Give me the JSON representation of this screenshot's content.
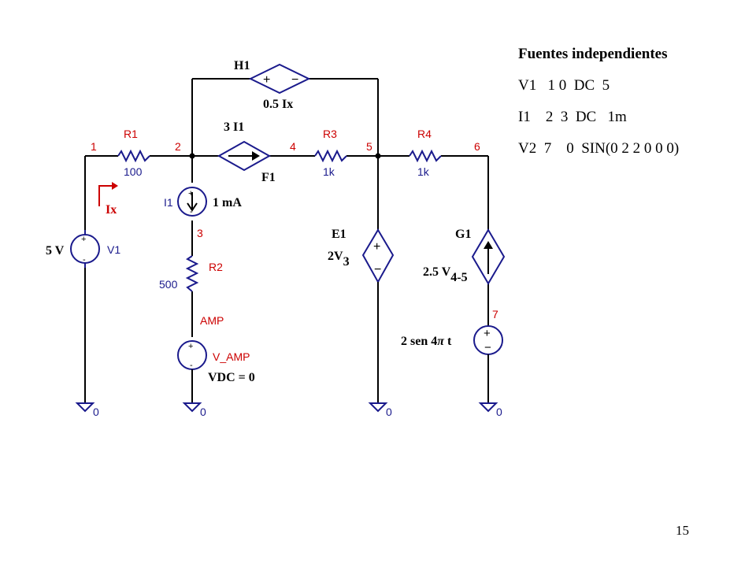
{
  "slide": {
    "page_number": "15",
    "notes": {
      "title": "Fuentes independientes",
      "lines": [
        "V1   1 0  DC  5",
        "I1    2  3  DC   1m",
        "V2  7    0  SIN(0 2 2 0 0 0)"
      ]
    }
  },
  "circuit": {
    "nodes": {
      "n1": "1",
      "n2": "2",
      "n3": "3",
      "n4": "4",
      "n5": "5",
      "n6": "6",
      "n7": "7"
    },
    "ground_label": "0",
    "R1": {
      "name": "R1",
      "value": "100"
    },
    "R2": {
      "name": "R2",
      "value": "500"
    },
    "R3": {
      "name": "R3",
      "value": "1k"
    },
    "R4": {
      "name": "R4",
      "value": "1k"
    },
    "V1": {
      "name": "V1",
      "value": "5 V"
    },
    "I1": {
      "name": "I1",
      "value": "1 mA"
    },
    "V_AMP": {
      "name": "V_AMP",
      "net": "AMP",
      "value": "VDC = 0"
    },
    "H1": {
      "name": "H1",
      "gain": "0.5 Ix"
    },
    "F1": {
      "name": "F1",
      "gain": "3 I1"
    },
    "E1": {
      "name": "E1",
      "gain": "2V",
      "gain_sub": "3"
    },
    "G1": {
      "name": "G1",
      "gain": "2.5 V",
      "gain_sub": "4-5"
    },
    "V2": {
      "value": "2 sen 4",
      "pi": "π",
      "suffix": " t"
    },
    "Ix": {
      "label": "Ix"
    }
  }
}
